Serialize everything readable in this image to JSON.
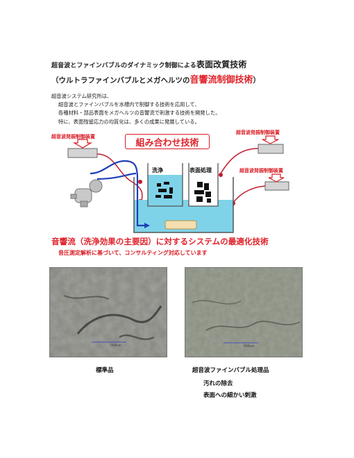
{
  "title": {
    "line1_prefix": "超音波とファインバブルのダイナミック制御による",
    "line1_emphasis": "表面改質技術",
    "line2_prefix": "（ウルトラファインバブルとメガヘルツの",
    "line2_red": "音響流制御技術",
    "line2_suffix": "）"
  },
  "intro": {
    "line1": "超音波システム研究所は、",
    "line2": "超音波とファインバブルを水槽内で制御する技術を応用して、",
    "line3": "各種材料・部品表面をメガヘルツの音響流で刺激する技術を開発した。",
    "line4": "特に、表面残留応力の均質化は、多くの成果に発展している。"
  },
  "diagram": {
    "controller_left_label": "超音波発振制御装置",
    "controller_right_top_label": "超音波発振制御装置",
    "controller_right_mid_label": "超音波発振制御装置",
    "combination_label": "組み合わせ技術",
    "tank_clean_label": "洗浄",
    "tank_surface_label": "表面処理",
    "colors": {
      "accent_red": "#e0232b",
      "water": "#7fd3e8",
      "pipe": "#1f3fb8",
      "cable": "#c21a2a"
    }
  },
  "headline": "音響流（洗浄効果の主要因）に対するシステムの最適化技術",
  "subline": "音圧測定解析に基づいて、コンサルティング対応しています",
  "photos": {
    "left": {
      "scale_label": "1000um",
      "caption": "標準品"
    },
    "right": {
      "scale_label": "1000um",
      "caption": "超音波ファインバブル処理品",
      "note1": "汚れの除去",
      "note2": "表面への細かい刺激"
    }
  }
}
